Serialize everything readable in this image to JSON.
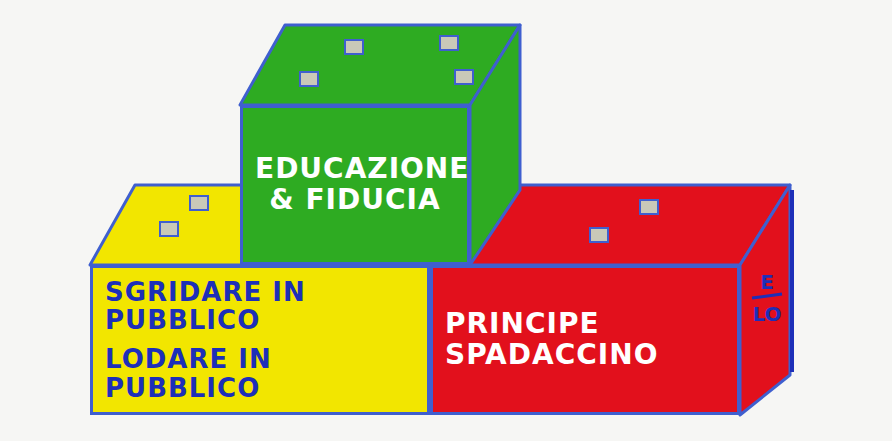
{
  "diagram": {
    "nodes": [
      {
        "text": [
          "EDUCAZIONE & FIDUCIA"
        ]
      },
      {
        "text": [
          "SGRIDARE IN PUBBLICO",
          "LODARE IN PUBBLICO"
        ]
      },
      {
        "text": [
          "PRINCIPE SPADACCINO"
        ]
      }
    ],
    "labels": [
      "E",
      "LO"
    ]
  }
}
